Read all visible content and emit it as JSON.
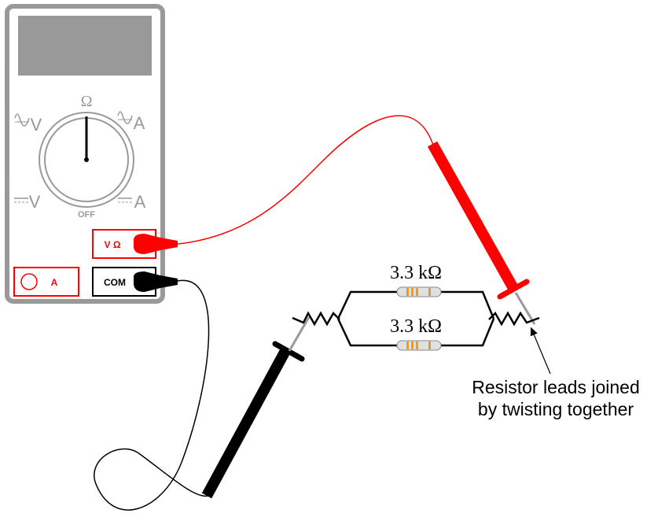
{
  "meter": {
    "dial_ohm": "Ω",
    "dial_off": "OFF",
    "dial_ac_volts": "V",
    "dial_ac_amps": "A",
    "dial_dc_volts": "V",
    "dial_dc_amps": "A",
    "jack_volt_ohm": "V Ω",
    "jack_amps": "A",
    "jack_common": "COM"
  },
  "circuit": {
    "resistor_top_label": "3.3 kΩ",
    "resistor_bottom_label": "3.3 kΩ"
  },
  "annotation": {
    "line1": "Resistor leads joined",
    "line2": "by twisting together"
  },
  "colors": {
    "meter_body": "#ffffff",
    "meter_outline": "#999999",
    "display": "#999999",
    "red_lead": "#ff0000",
    "black_lead": "#000000",
    "resistor_body": "#cccccc",
    "resistor_band": "#ff9900"
  }
}
